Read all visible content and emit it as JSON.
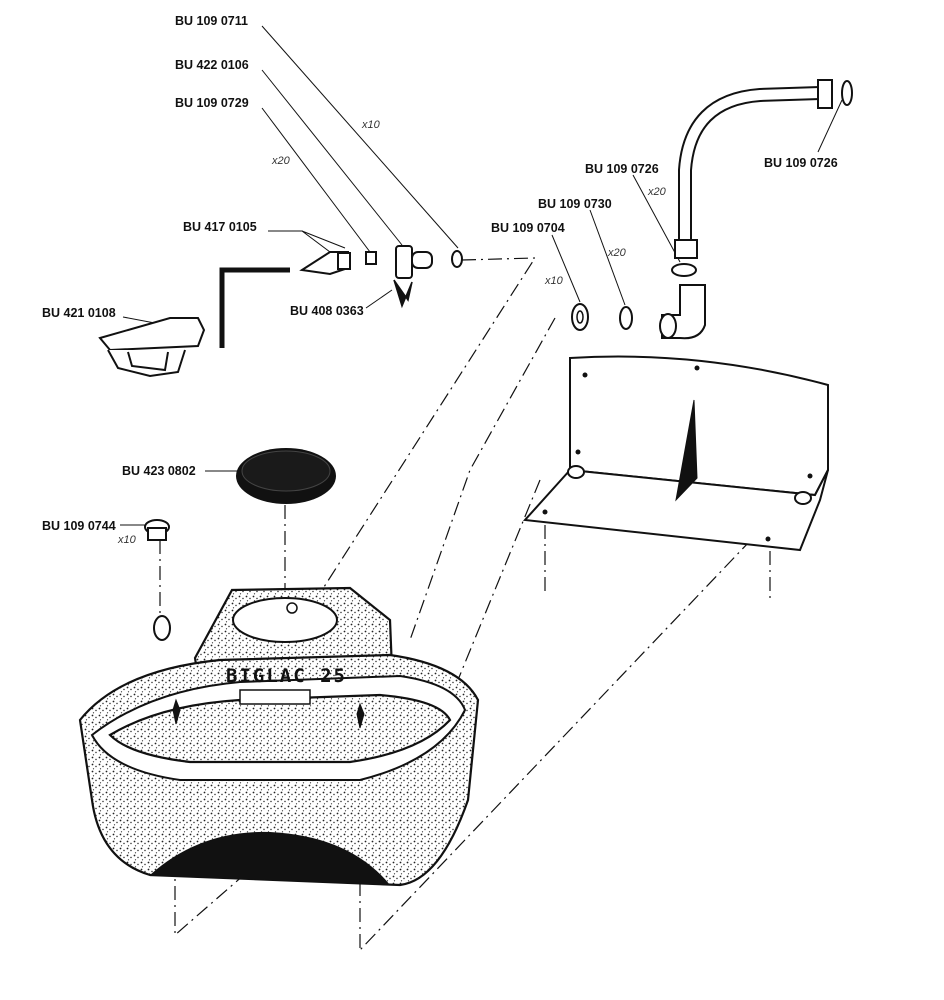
{
  "product_name": "BIGLAC 25",
  "parts": [
    {
      "id": "p0711",
      "code": "BU 109 0711",
      "qty": "x10"
    },
    {
      "id": "p0106",
      "code": "BU 422 0106",
      "qty": ""
    },
    {
      "id": "p0729",
      "code": "BU 109 0729",
      "qty": "x20"
    },
    {
      "id": "p0105",
      "code": "BU 417 0105",
      "qty": ""
    },
    {
      "id": "p0363",
      "code": "BU 408 0363",
      "qty": ""
    },
    {
      "id": "p0108",
      "code": "BU 421 0108",
      "qty": ""
    },
    {
      "id": "p0726a",
      "code": "BU 109 0726",
      "qty": "x20"
    },
    {
      "id": "p0726b",
      "code": "BU 109 0726",
      "qty": ""
    },
    {
      "id": "p0730",
      "code": "BU 109 0730",
      "qty": "x20"
    },
    {
      "id": "p0704",
      "code": "BU 109 0704",
      "qty": "x10"
    },
    {
      "id": "p0802",
      "code": "BU 423 0802",
      "qty": ""
    },
    {
      "id": "p0744",
      "code": "BU 109 0744",
      "qty": "x10"
    }
  ]
}
